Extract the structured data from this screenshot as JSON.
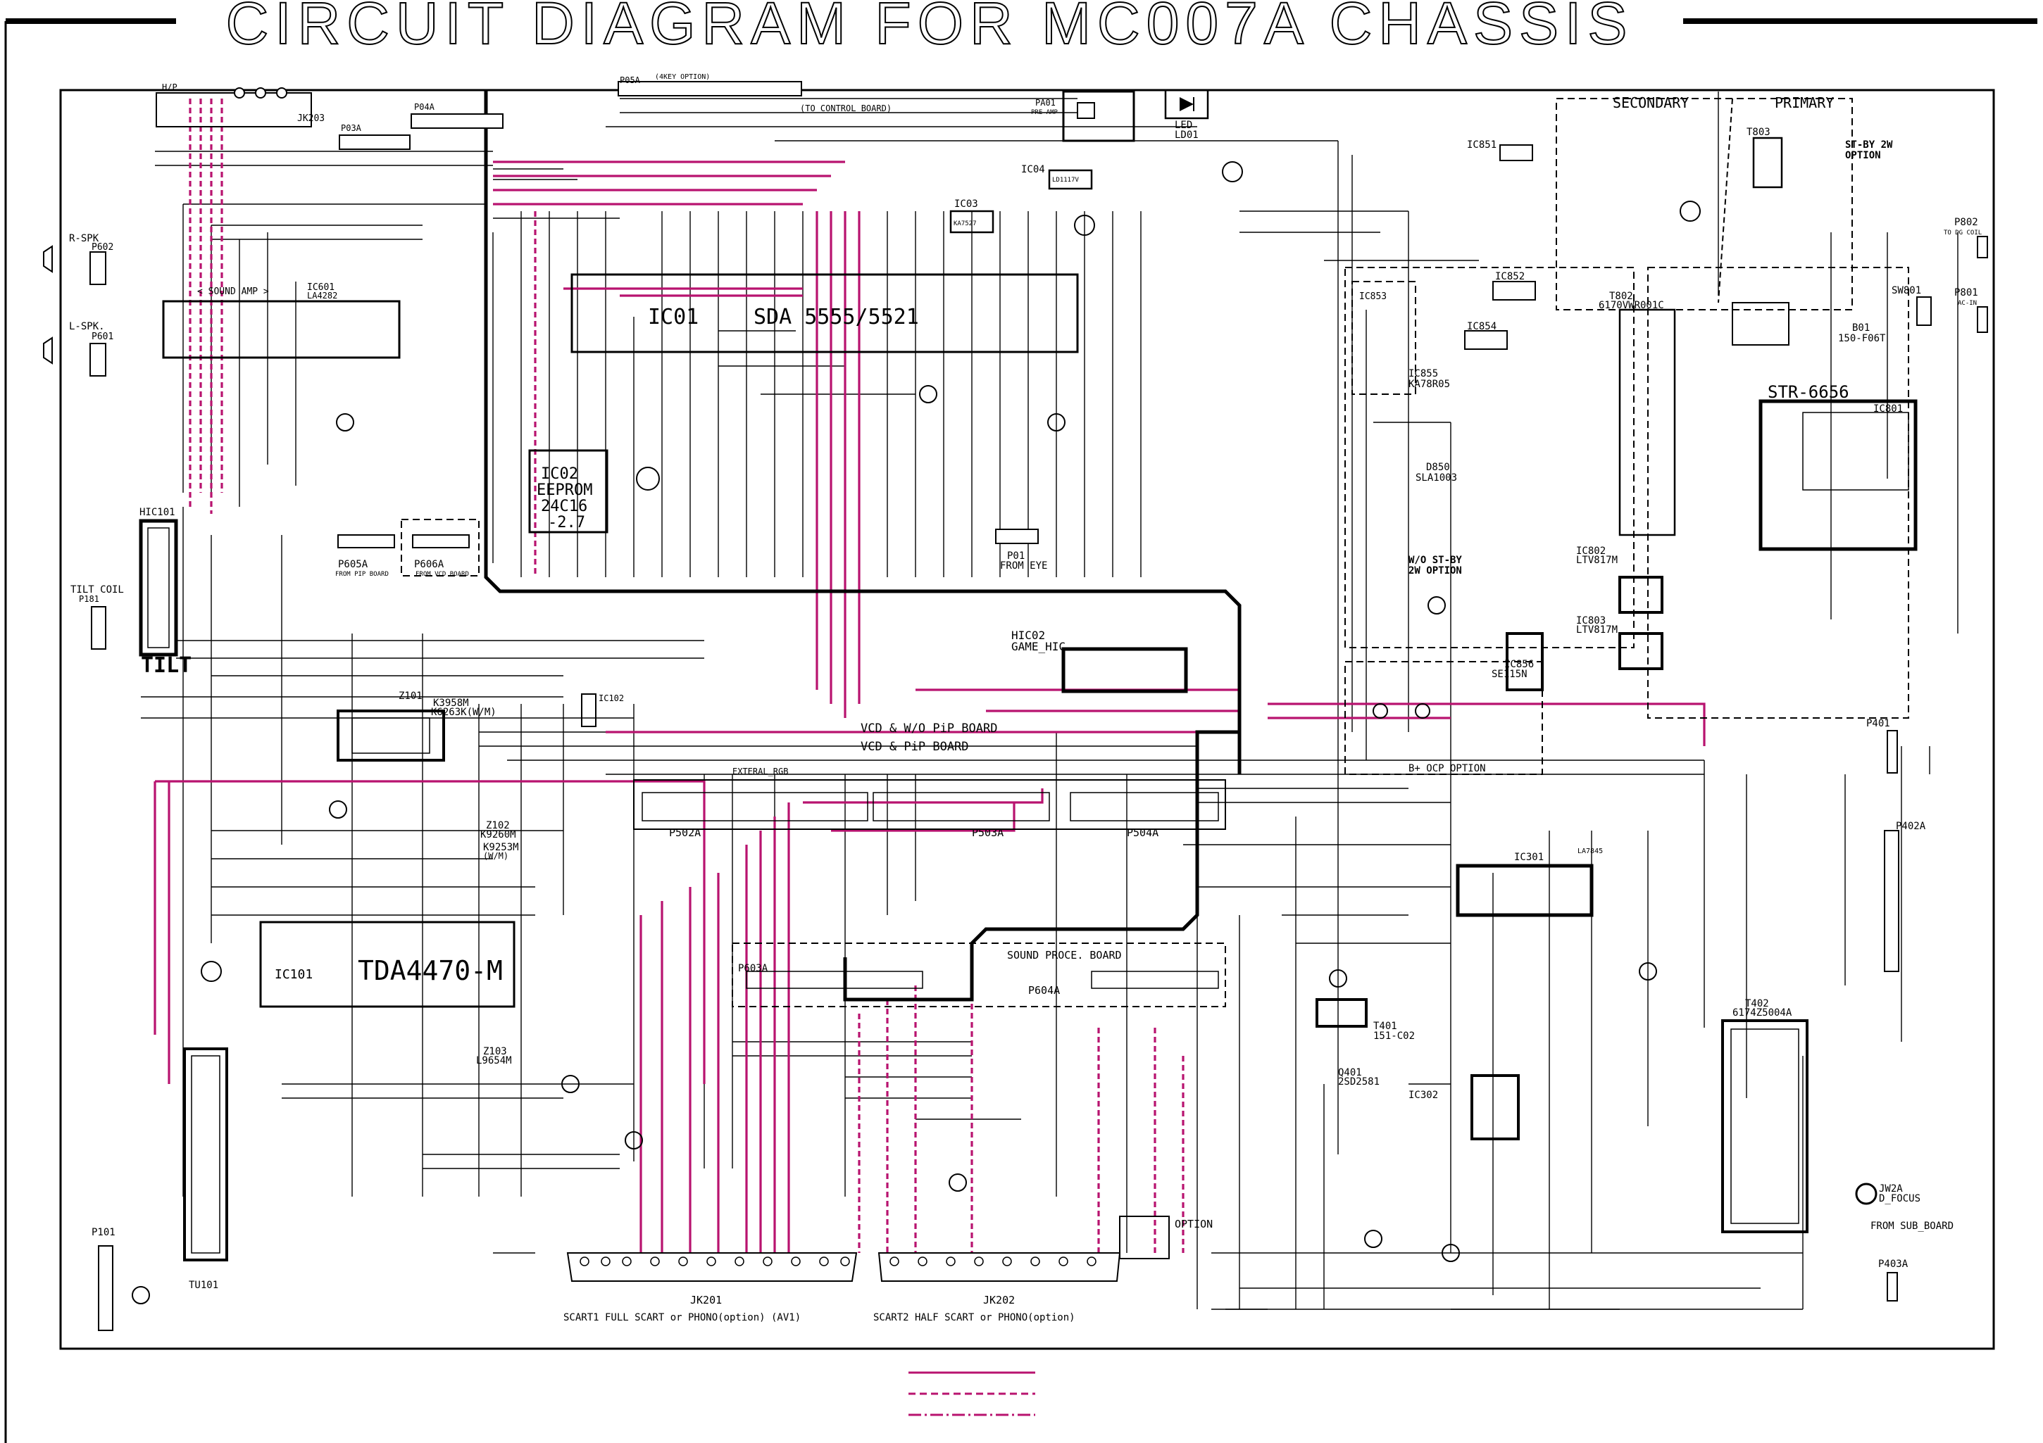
{
  "title": "CIRCUIT DIAGRAM FOR MC007A CHASSIS",
  "connectors": {
    "hp": "H/P",
    "jk203": "JK203",
    "p03a": "P03A",
    "p04a": "P04A",
    "p05a": "P05A",
    "p05a_note": "(4KEY OPTION)",
    "to_control": "(TO CONTROL BOARD)",
    "pa01": "PA01",
    "pa01_note": "PRE-AMP",
    "led": "LED",
    "ld01": "LD01",
    "rspk": "R-SPK",
    "p602": "P602",
    "lspk": "L-SPK.",
    "p601": "P601",
    "hic101": "HIC101",
    "tilt_coil": "TILT COIL",
    "p101_tilt": "P181",
    "tilt": "TILT",
    "p605a": "P605A",
    "p605a_note": "FROM PIP BOARD",
    "p606a": "P606A",
    "p606a_note": "FROM VCD BOARD",
    "p802": "P802",
    "p802_note": "TO DG COIL",
    "p801": "P801",
    "p801_note": "AC-IN",
    "sw801": "SW801",
    "p401": "P401",
    "p402a": "P402A",
    "p403a": "P403A",
    "jw2a": "JW2A",
    "d_focus": "D_FOCUS",
    "from_sub": "FROM SUB_BOARD",
    "option": "OPTION",
    "p101": "P101",
    "tu101": "TU101",
    "p01": "P01",
    "from_eye": "FROM EYE"
  },
  "ics": {
    "ic01": "IC01",
    "ic01_part": "SDA 5555/5521",
    "ic02": "IC02",
    "ic02_part": "EEPROM",
    "ic02_num": "24C16",
    "ic02_sub": "-2.7",
    "ic601": "IC601",
    "ic601_part": "LA4282",
    "sound_amp": "< SOUND AMP >",
    "ic101": "IC101",
    "ic101_part": "TDA4470-M",
    "z101": "Z101",
    "z101_part": "K3958M",
    "z101_sub": "K6263K(W/M)",
    "z102": "Z102",
    "z102_part": "K9260M",
    "z102_sub": "K9253M",
    "z102_wm": "(W/M)",
    "z103": "Z103",
    "z103_part": "L9654M",
    "ic102": "IC102",
    "ic03": "IC03",
    "ic03_part": "KA7527",
    "ic04": "IC04",
    "ic04_part": "LD1117V",
    "ic851": "IC851",
    "ic852": "IC852",
    "ic853": "IC853",
    "ic854": "IC854",
    "ic855": "IC855",
    "ic855_part": "KA78R05",
    "d850": "D850",
    "d850_part": "SLA1003",
    "t803": "T803",
    "t802": "T802",
    "t802_part": "6170VWR001C",
    "ic801": "IC801",
    "ic801_part": "STR-6656",
    "ic802": "IC802",
    "ic802_part": "LTV817M",
    "ic803": "IC803",
    "ic803_part": "LTV817M",
    "ic856": "IC856",
    "ic856_part": "SE115N",
    "ic301": "IC301",
    "ic301_part": "LA7845",
    "ic302": "IC302",
    "t401": "T401",
    "t401_part": "151-C02",
    "q401": "Q401",
    "q401_part": "2SD2581",
    "t402": "T402",
    "t402_part": "6174Z5004A",
    "hic02": "HIC02",
    "hic02_part": "GAME_HIC",
    "b01": "B01",
    "b01_part": "150-F06T"
  },
  "power": {
    "secondary": "SECONDARY",
    "primary": "PRIMARY",
    "stby": "ST-BY 2W",
    "stby_opt": "OPTION",
    "wo_stby": "W/O ST-BY",
    "wo_stby_opt": "2W OPTION",
    "bocp": "B+ OCP OPTION"
  },
  "boards": {
    "vcd_wo_pip": "VCD & W/O PiP BOARD",
    "vcd_pip": "VCD & PiP BOARD",
    "sound_proce": "SOUND PROCE. BOARD",
    "p502a": "P502A",
    "p503a": "P503A",
    "p504a": "P504A",
    "p603a": "P603A",
    "p604a": "P604A",
    "external_rgb": "EXTERAL_RGB",
    "jk201": "JK201",
    "jk202": "JK202",
    "scart1": "SCART1 FULL SCART or PHONO(option) (AV1)",
    "scart2": "SCART2 HALF SCART or PHONO(option)"
  },
  "colors": {
    "line": "#000000",
    "signal": "#b8136f",
    "frame": "#000000"
  }
}
